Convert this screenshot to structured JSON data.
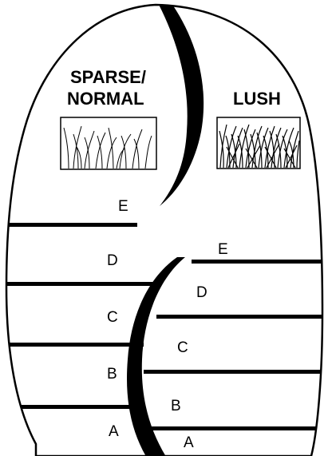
{
  "headers": {
    "left_line1": "SPARSE/",
    "left_line2": "NORMAL",
    "right": "LUSH"
  },
  "left_zones": [
    "E",
    "D",
    "C",
    "B",
    "A"
  ],
  "right_zones": [
    "E",
    "D",
    "C",
    "B",
    "A"
  ],
  "colors": {
    "ink": "#000000",
    "paper": "#ffffff"
  }
}
